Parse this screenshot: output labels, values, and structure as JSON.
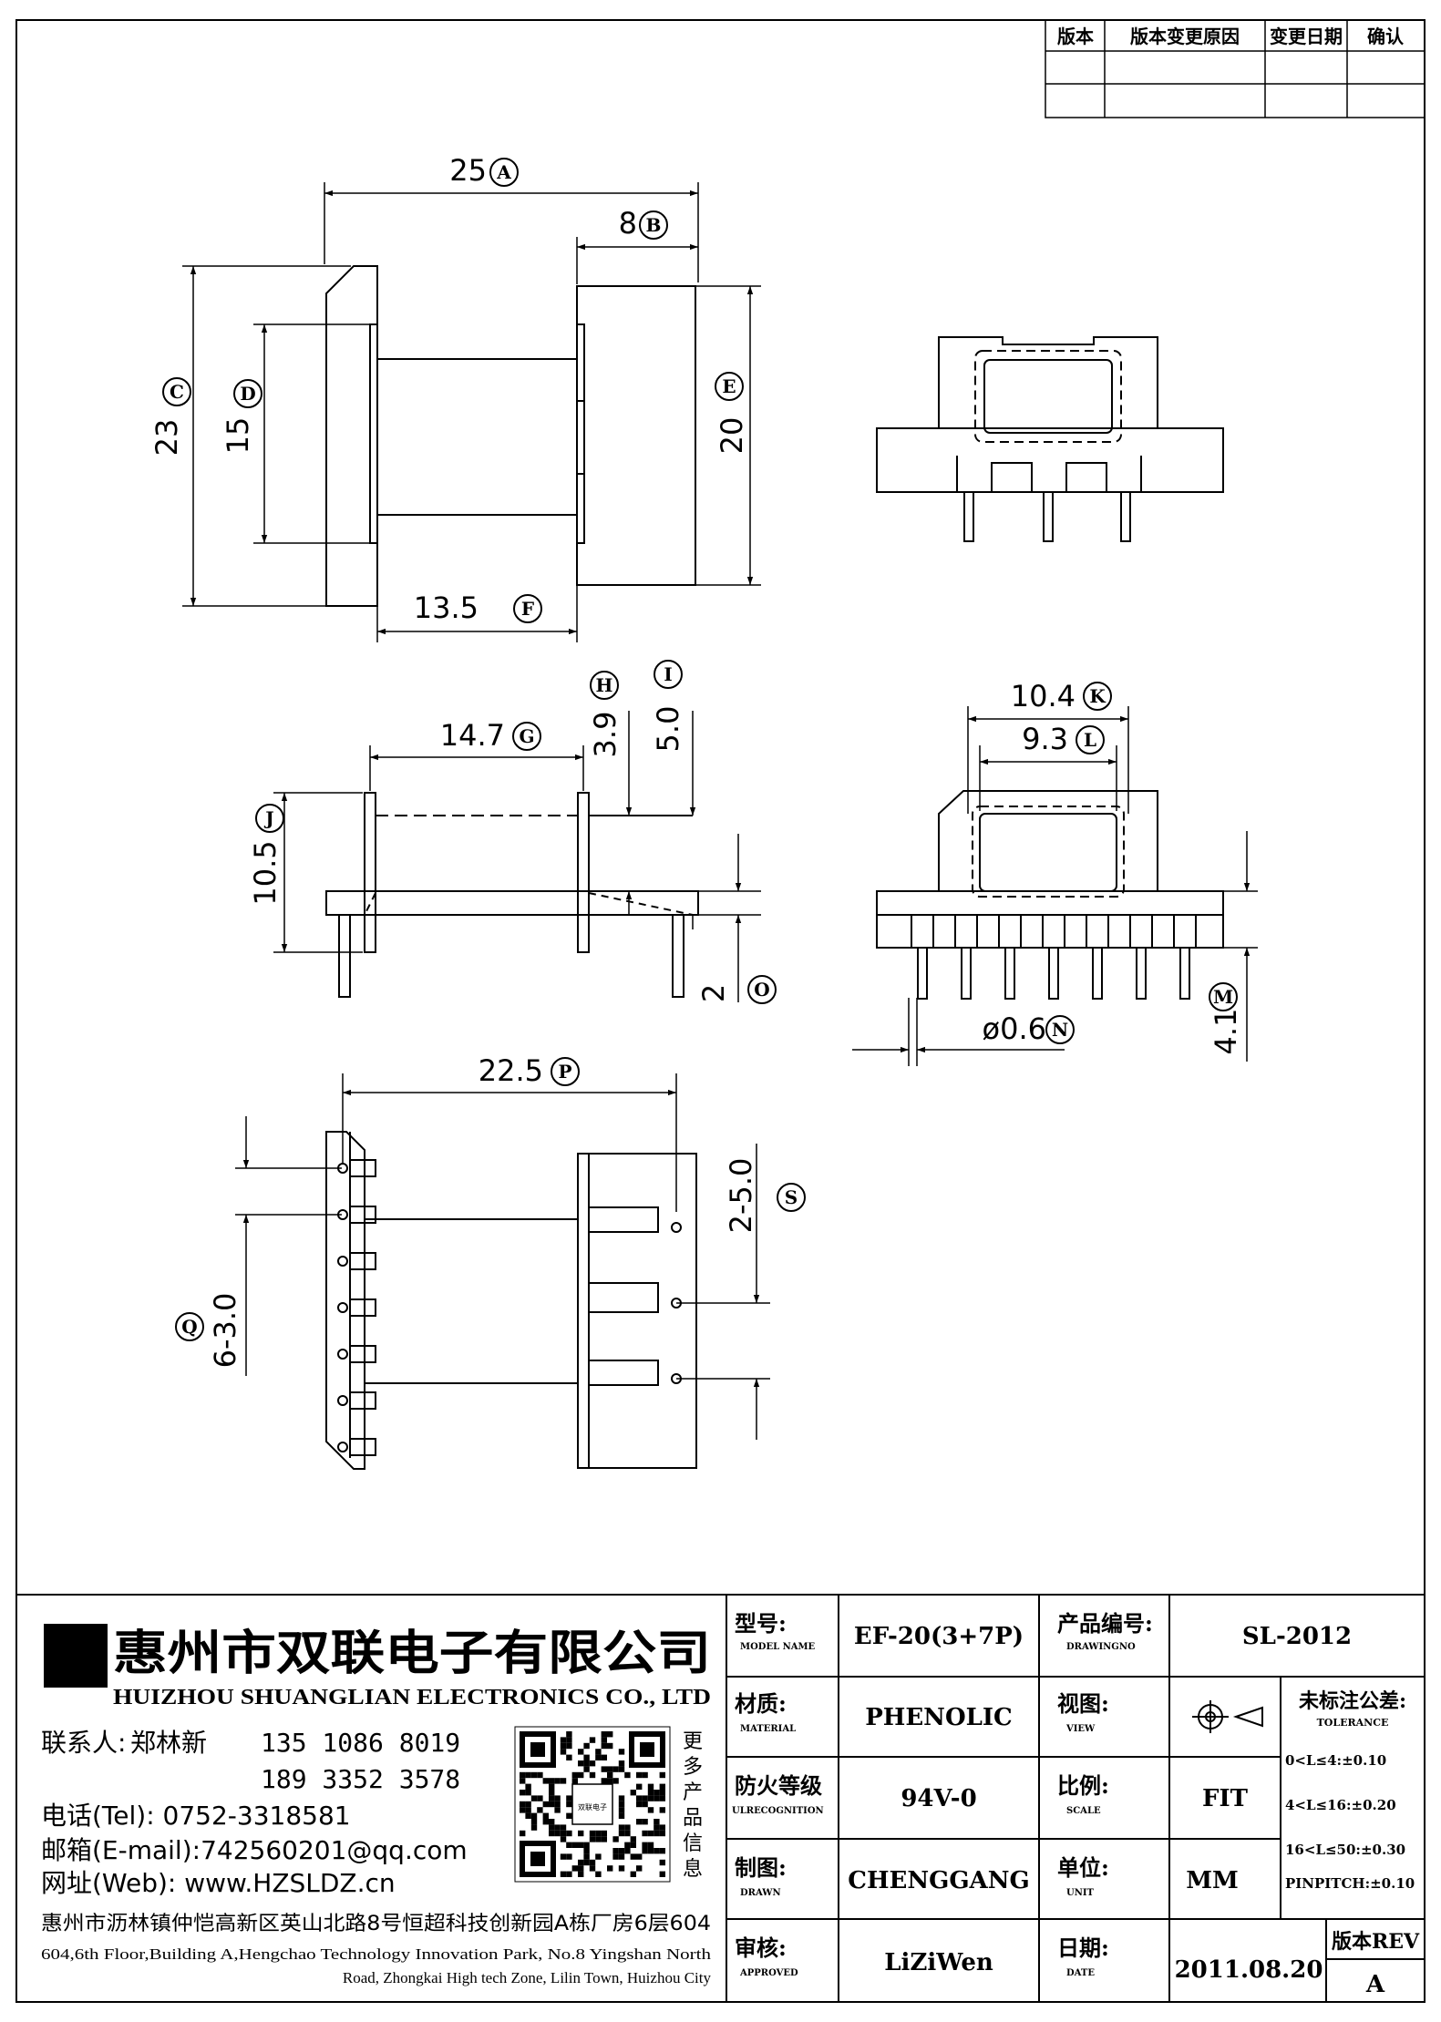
{
  "revision_table": {
    "headers": [
      "版本",
      "版本变更原因",
      "变更日期",
      "确认"
    ]
  },
  "dimensions": {
    "A": {
      "value": "25",
      "letter": "A"
    },
    "B": {
      "value": "8",
      "letter": "B"
    },
    "C": {
      "value": "23",
      "letter": "C"
    },
    "D": {
      "value": "15",
      "letter": "D"
    },
    "E": {
      "value": "20",
      "letter": "E"
    },
    "F": {
      "value": "13.5",
      "letter": "F"
    },
    "G": {
      "value": "14.7",
      "letter": "G"
    },
    "H": {
      "value": "3.9",
      "letter": "H"
    },
    "I": {
      "value": "5.0",
      "letter": "I"
    },
    "J": {
      "value": "10.5",
      "letter": "J"
    },
    "K": {
      "value": "10.4",
      "letter": "K"
    },
    "L": {
      "value": "9.3",
      "letter": "L"
    },
    "M": {
      "value": "4.1",
      "letter": "M"
    },
    "N": {
      "value": "ø0.6",
      "letter": "N"
    },
    "O": {
      "value": "2",
      "letter": "O"
    },
    "P": {
      "value": "22.5",
      "letter": "P"
    },
    "Q": {
      "value": "6-3.0",
      "letter": "Q"
    },
    "S": {
      "value": "2-5.0",
      "letter": "S"
    }
  },
  "company": {
    "name_cn": "惠州市双联电子有限公司",
    "name_en": "HUIZHOU SHUANGLIAN ELECTRONICS CO., LTD",
    "contact_label": "联系人:",
    "contact_name": "郑林新",
    "phone1": "135 1086 8019",
    "phone2": "189 3352 3578",
    "tel": "电话(Tel): 0752-3318581",
    "email": "邮箱(E-mail):742560201@qq.com",
    "web": "网址(Web): www.HZSLDZ.cn",
    "address_cn": "惠州市沥林镇仲恺高新区英山北路8号恒超科技创新园A栋厂房6层604",
    "address_en_1": "604,6th Floor,Building A,Hengchao Technology Innovation Park, No.8 Yingshan North",
    "address_en_2": "Road, Zhongkai High tech Zone, Lilin Town, Huizhou City",
    "qr_caption": [
      "更",
      "多",
      "产",
      "品",
      "信",
      "息"
    ],
    "qr_center": "双联电子"
  },
  "title_block": {
    "model_label": "型号:",
    "model_label_en": "MODEL NAME",
    "model": "EF-20(3+7P)",
    "drawing_label": "产品编号:",
    "drawing_label_en": "DRAWINGNO",
    "drawing_no": "SL-2012",
    "material_label": "材质:",
    "material_label_en": "MATERIAL",
    "material": "PHENOLIC",
    "view_label": "视图:",
    "view_label_en": "VIEW",
    "fire_label": "防火等级",
    "fire_label_en": "ULRECOGNITION",
    "fire": "94V-0",
    "scale_label": "比例:",
    "scale_label_en": "SCALE",
    "scale": "FIT",
    "drawn_label": "制图:",
    "drawn_label_en": "DRAWN",
    "drawn": "CHENGGANG",
    "unit_label": "单位:",
    "unit_label_en": "UNIT",
    "unit": "MM",
    "approved_label": "审核:",
    "approved_label_en": "APPROVED",
    "approved": "LiZiWen",
    "date_label": "日期:",
    "date_label_en": "DATE",
    "date": "2011.08.20",
    "rev_label": "版本REV",
    "rev": "A",
    "tolerance_title": "未标注公差:",
    "tolerance_title_en": "TOLERANCE",
    "tolerances": [
      "0<L≤4:±0.10",
      "4<L≤16:±0.20",
      "16<L≤50:±0.30",
      "PINPITCH:±0.10"
    ]
  }
}
